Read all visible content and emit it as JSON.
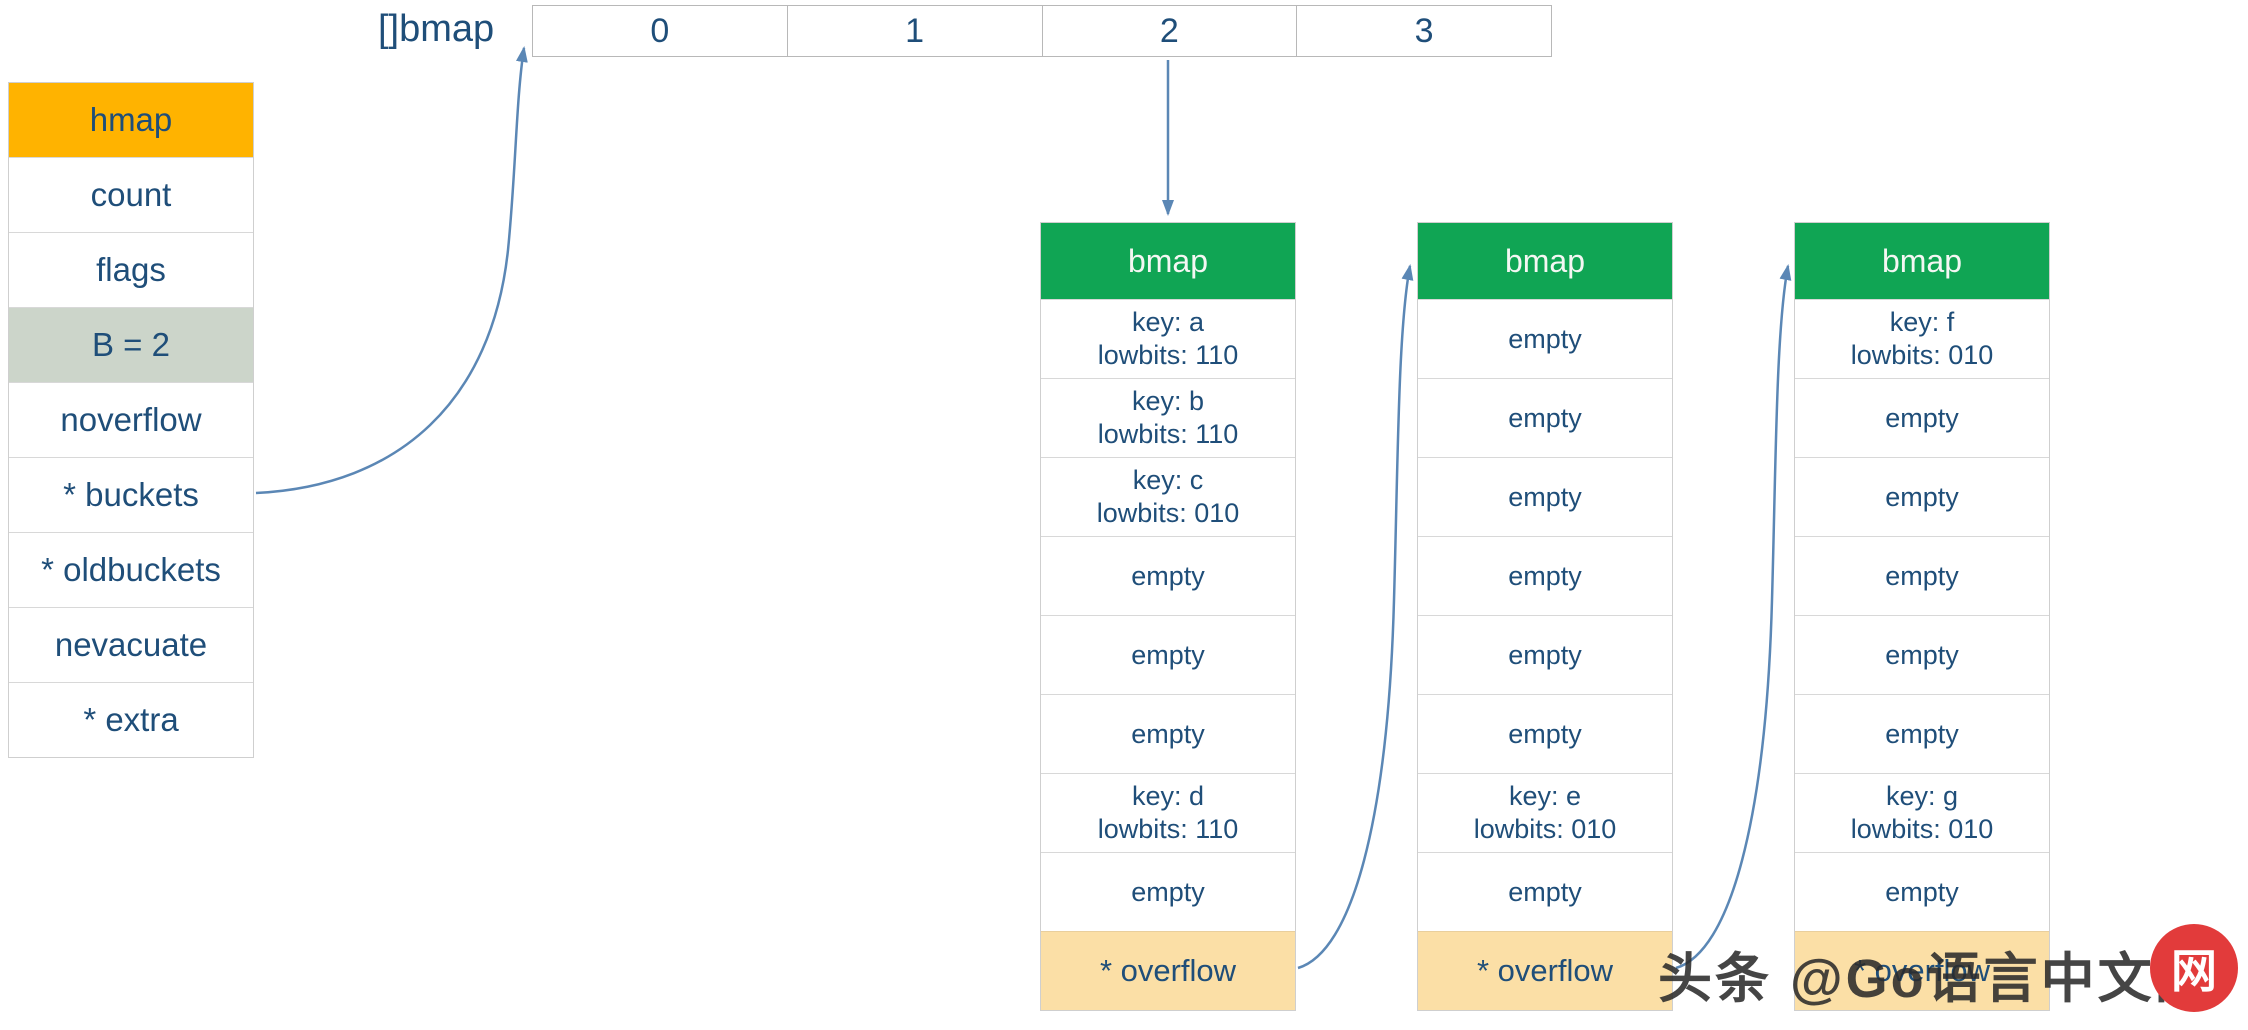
{
  "colors": {
    "accent_orange": "#FFB300",
    "accent_green": "#10A554",
    "accent_tan": "#FBDFA6",
    "accent_sage": "#CCD5CA",
    "text_navy": "#1F4E79",
    "arrow_blue": "#5B87B5",
    "badge_red": "#E23B3B"
  },
  "hmap": {
    "header": "hmap",
    "rows": [
      "count",
      "flags",
      "B = 2",
      "noverflow",
      "* buckets",
      "* oldbuckets",
      "nevacuate",
      "* extra"
    ]
  },
  "top_array": {
    "label": "[]bmap",
    "cells": [
      "0",
      "1",
      "2",
      "3"
    ]
  },
  "buckets": [
    {
      "header": "bmap",
      "slots": [
        {
          "line1": "key: a",
          "line2": "lowbits: 110"
        },
        {
          "line1": "key: b",
          "line2": "lowbits: 110"
        },
        {
          "line1": "key: c",
          "line2": "lowbits: 010"
        },
        {
          "line1": "empty"
        },
        {
          "line1": "empty"
        },
        {
          "line1": "empty"
        },
        {
          "line1": "key: d",
          "line2": "lowbits: 110"
        },
        {
          "line1": "empty"
        }
      ],
      "footer": "* overflow"
    },
    {
      "header": "bmap",
      "slots": [
        {
          "line1": "empty"
        },
        {
          "line1": "empty"
        },
        {
          "line1": "empty"
        },
        {
          "line1": "empty"
        },
        {
          "line1": "empty"
        },
        {
          "line1": "empty"
        },
        {
          "line1": "key: e",
          "line2": "lowbits: 010"
        },
        {
          "line1": "empty"
        }
      ],
      "footer": "* overflow"
    },
    {
      "header": "bmap",
      "slots": [
        {
          "line1": "key: f",
          "line2": "lowbits: 010"
        },
        {
          "line1": "empty"
        },
        {
          "line1": "empty"
        },
        {
          "line1": "empty"
        },
        {
          "line1": "empty"
        },
        {
          "line1": "empty"
        },
        {
          "line1": "key: g",
          "line2": "lowbits: 010"
        },
        {
          "line1": "empty"
        }
      ],
      "footer": "* overflow"
    }
  ],
  "watermark": {
    "text": "头条 @Go语言中文网",
    "badge_glyph": "网"
  }
}
